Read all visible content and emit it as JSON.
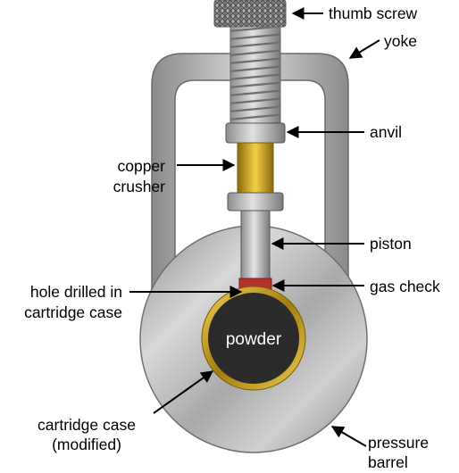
{
  "diagram": {
    "labels": {
      "thumb_screw": "thumb screw",
      "yoke": "yoke",
      "anvil": "anvil",
      "copper_crusher_line1": "copper",
      "copper_crusher_line2": "crusher",
      "piston": "piston",
      "hole_line1": "hole drilled in",
      "hole_line2": "cartridge case",
      "gas_check": "gas check",
      "powder": "powder",
      "cartridge_line1": "cartridge case",
      "cartridge_line2": "(modified)",
      "barrel_line1": "pressure",
      "barrel_line2": "barrel"
    },
    "colors": {
      "steel": "#a9a9a9",
      "steel_dark": "#6f6f6f",
      "brass": "#c9a01a",
      "powder": "#2b2b2b",
      "gas_check": "#b5312c",
      "arrow": "#000000"
    }
  }
}
